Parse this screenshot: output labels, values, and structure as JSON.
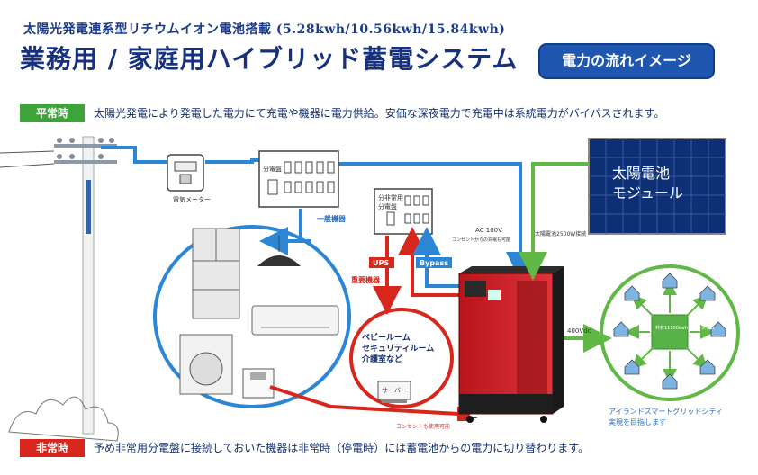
{
  "header": {
    "subtitle": "太陽光発電連系型リチウムイオン電池搭載 (5.28kwh/10.56kwh/15.84kwh)",
    "title": "業務用 / 家庭用ハイブリッド蓄電システム",
    "badge": "電力の流れイメージ"
  },
  "normal": {
    "tag": "平常時",
    "text": "太陽光発電により発電した電力にて充電や機器に電力供給。安価な深夜電力で充電中は系統電力がバイパスされます。"
  },
  "emergency": {
    "tag": "非常時",
    "text": "予め非常用分電盤に接続しておいた機器は非常時（停電時）には蓄電池からの電力に切り替わります。"
  },
  "diagram": {
    "pole_label": "",
    "meter_label": "電気メーター",
    "panel_label": "分電盤",
    "general_devices": "一般機器",
    "ups_panel_label_1": "分非常用",
    "ups_panel_label_2": "分電盤",
    "ups": "UPS",
    "bypass": "Bypass",
    "important_devices": "重要機器",
    "ac_label": "AC 100V",
    "ac_note": "コンセントからの充電も可能",
    "solar_input": "太陽電池2500W接続",
    "solar_module_1": "太陽電池",
    "solar_module_2": "モジュール",
    "critical_1": "ベビールーム",
    "critical_2": "セキュリティルーム",
    "critical_3": "介護室など",
    "server": "サーバー",
    "plug_note": "コンセントも使用可能",
    "dc_label": "400Vdc",
    "grid_center": "共有11100kwh蓄電システム",
    "island_1": "アイランドスマートグリッドシティ",
    "island_2": "実現を目指します"
  },
  "colors": {
    "blue_line": "#2b86d6",
    "red_line": "#d9261c",
    "green_line": "#62b847",
    "title_blue": "#17317f",
    "badge_blue": "#1e56b0"
  }
}
